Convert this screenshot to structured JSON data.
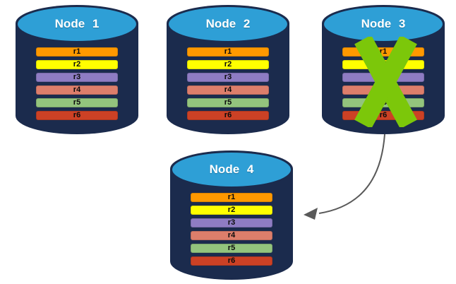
{
  "colors": {
    "background": "#FFFFFF",
    "cylinder_body": "#1B2B4D",
    "cylinder_top": "#2E9FD6",
    "title_text": "#FFFFFF",
    "row_text": "#0B0B0B",
    "x_mark": "#7CC70A",
    "arrow": "#595959"
  },
  "rows": [
    {
      "label": "r1",
      "color": "#FF9900"
    },
    {
      "label": "r2",
      "color": "#FFFF00"
    },
    {
      "label": "r3",
      "color": "#8E7CC3"
    },
    {
      "label": "r4",
      "color": "#DD7E6B"
    },
    {
      "label": "r5",
      "color": "#93C47D"
    },
    {
      "label": "r6",
      "color": "#CC4125"
    }
  ],
  "nodes": [
    {
      "title": "Node 1",
      "failed": false
    },
    {
      "title": "Node 2",
      "failed": false
    },
    {
      "title": "Node 3",
      "failed": true
    },
    {
      "title": "Node 4",
      "failed": false
    }
  ],
  "arrow": {
    "from": "Node 3",
    "to": "Node 4"
  },
  "icons": {
    "failed_marker": "x-mark-icon",
    "failover": "arrow-icon"
  }
}
